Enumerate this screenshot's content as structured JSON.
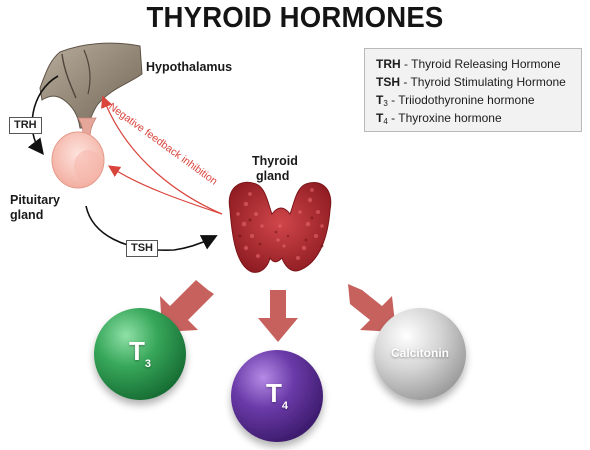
{
  "title": "THYROID HORMONES",
  "legend": [
    {
      "abbr": "TRH",
      "sub": "",
      "desc": " - Thyroid Releasing Hormone"
    },
    {
      "abbr": "TSH",
      "sub": "",
      "desc": " - Thyroid Stimulating Hormone"
    },
    {
      "abbr": "T",
      "sub": "3",
      "desc": " - Triiodothyronine hormone"
    },
    {
      "abbr": "T",
      "sub": "4",
      "desc": " - Thyroxine hormone"
    }
  ],
  "labels": {
    "hypothalamus": "Hypothalamus",
    "pituitary_line1": "Pituitary",
    "pituitary_line2": "gland",
    "thyroid_line1": "Thyroid",
    "thyroid_line2": "gland",
    "trh": "TRH",
    "tsh": "TSH",
    "feedback": "Negative feedback inhibition"
  },
  "outputs": {
    "t3": {
      "main": "T",
      "sub": "3",
      "color": "#2f9a4e"
    },
    "t4": {
      "main": "T",
      "sub": "4",
      "color": "#5b2f96"
    },
    "calcitonin": {
      "main": "Calcitonin",
      "color": "#bdbdbd"
    }
  },
  "colors": {
    "feedback": "#d9443c",
    "gland": "#b3242a",
    "arrows": "#c0504d"
  }
}
